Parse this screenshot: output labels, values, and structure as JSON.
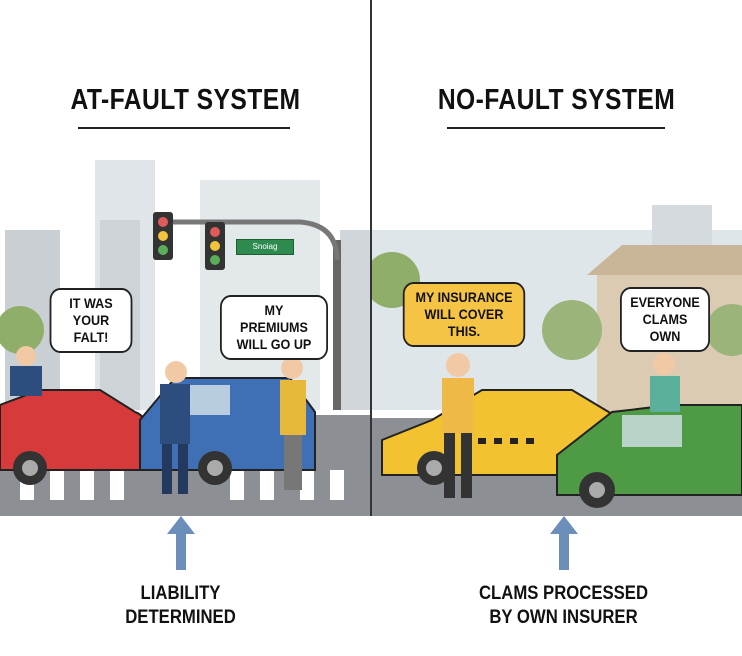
{
  "left_panel": {
    "title": "AT-FAULT SYSTEM",
    "bubble_officer": "IT WAS YOUR FALT!",
    "bubble_driver": "MY PREMIUMS WILL GO UP",
    "street_sign": "Snoiag",
    "caption_line1": "LIABILITY",
    "caption_line2": "DETERMINED"
  },
  "right_panel": {
    "title": "NO-FAULT SYSTEM",
    "bubble_taxi_driver": "MY INSURANCE WILL COVER THIS.",
    "bubble_other_driver": "EVERYONE CLAMS OWN",
    "caption_line1": "CLAMS PROCESSED",
    "caption_line2": "BY OWN INSURER"
  },
  "colors": {
    "arrow": "#6b8fb8",
    "red_car": "#d63a3a",
    "blue_car": "#3f6fb5",
    "taxi": "#f2c230",
    "green_car": "#4f9a45",
    "bubble_yellow": "#f6c445"
  }
}
